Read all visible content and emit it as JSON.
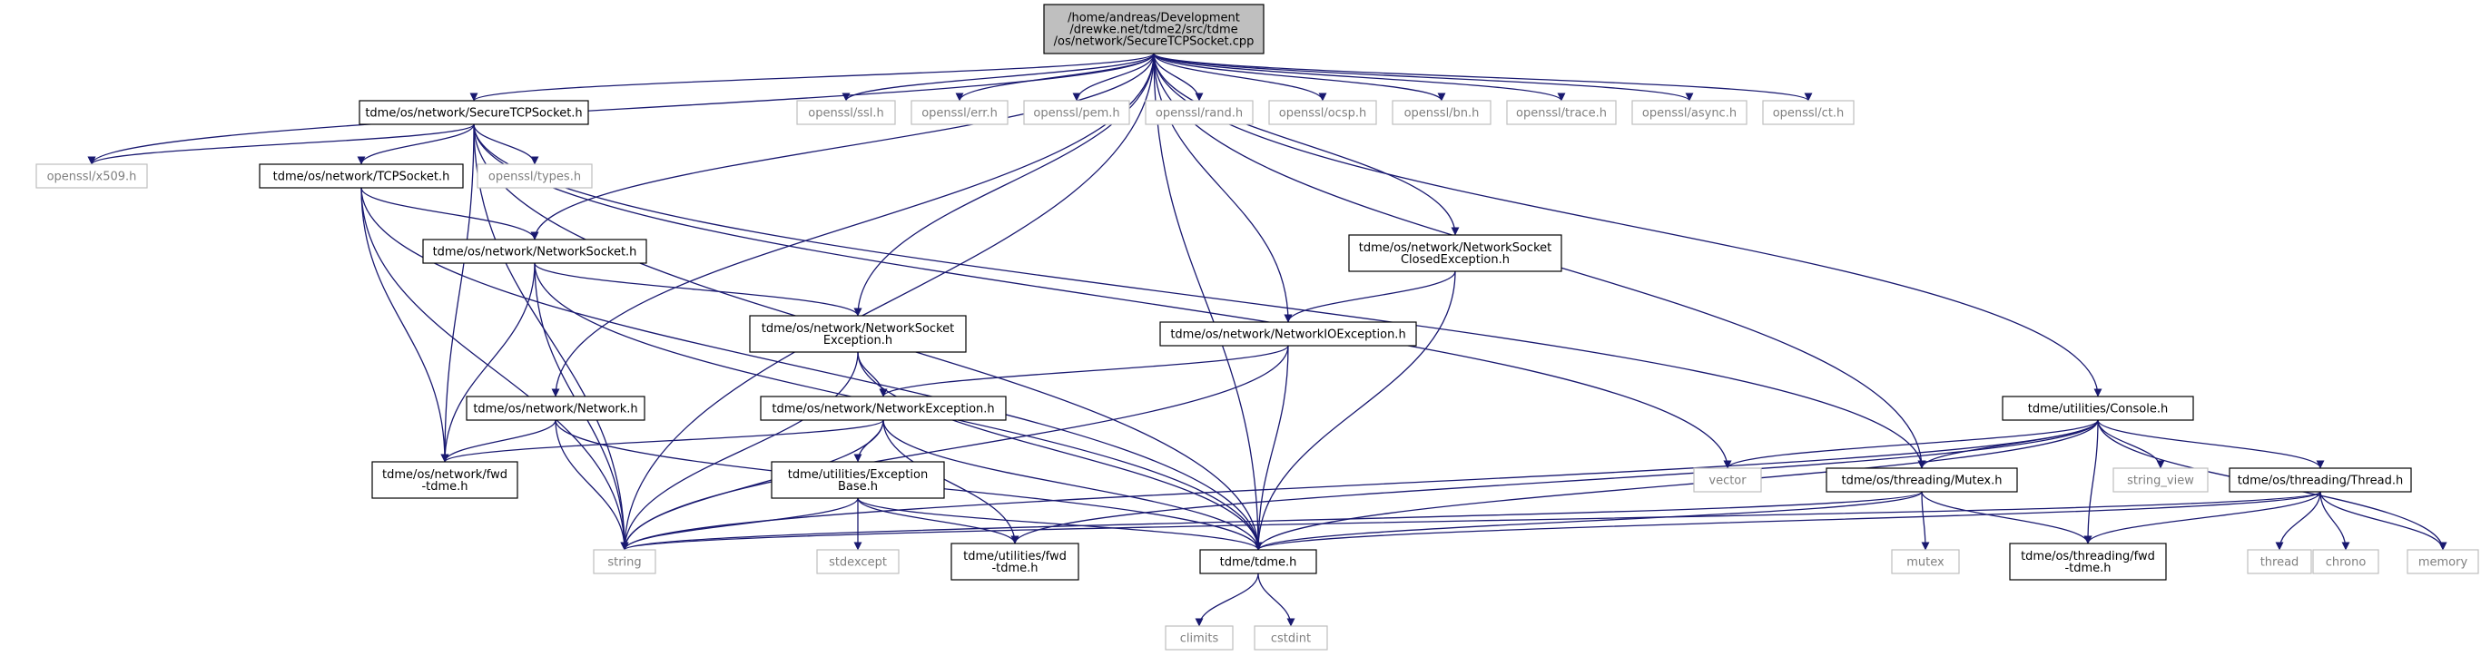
{
  "colors": {
    "edge": "#191970",
    "root_fill": "#bfbfbf",
    "external_border": "#bfbfbf",
    "external_text": "#7f7f7f"
  },
  "nodes": {
    "root": "/home/andreas/Development\n/drewke.net/tdme2/src/tdme\n/os/network/SecureTCPSocket.cpp",
    "secure_tcp_socket_h": "tdme/os/network/SecureTCPSocket.h",
    "openssl_ssl": "openssl/ssl.h",
    "openssl_err": "openssl/err.h",
    "openssl_pem": "openssl/pem.h",
    "openssl_rand": "openssl/rand.h",
    "openssl_ocsp": "openssl/ocsp.h",
    "openssl_bn": "openssl/bn.h",
    "openssl_trace": "openssl/trace.h",
    "openssl_async": "openssl/async.h",
    "openssl_ct": "openssl/ct.h",
    "openssl_x509": "openssl/x509.h",
    "openssl_types": "openssl/types.h",
    "tcp_socket_h": "tdme/os/network/TCPSocket.h",
    "network_socket_h": "tdme/os/network/NetworkSocket.h",
    "network_socket_closed_exception_h": "tdme/os/network/NetworkSocket\nClosedException.h",
    "network_socket_exception_h": "tdme/os/network/NetworkSocket\nException.h",
    "network_io_exception_h": "tdme/os/network/NetworkIOException.h",
    "network_h": "tdme/os/network/Network.h",
    "network_exception_h": "tdme/os/network/NetworkException.h",
    "network_fwd_tdme_h": "tdme/os/network/fwd\n-tdme.h",
    "exception_base_h": "tdme/utilities/Exception\nBase.h",
    "console_h": "tdme/utilities/Console.h",
    "vector": "vector",
    "string_view": "string_view",
    "mutex_h": "tdme/os/threading/Mutex.h",
    "thread_h": "tdme/os/threading/Thread.h",
    "string": "string",
    "stdexcept": "stdexcept",
    "utilities_fwd_tdme_h": "tdme/utilities/fwd\n-tdme.h",
    "tdme_h": "tdme/tdme.h",
    "mutex": "mutex",
    "threading_fwd_tdme_h": "tdme/os/threading/fwd\n-tdme.h",
    "thread": "thread",
    "chrono": "chrono",
    "memory": "memory",
    "climits": "climits",
    "cstdint": "cstdint"
  },
  "node_kinds": {
    "root": "root",
    "openssl_ssl": "external",
    "openssl_err": "external",
    "openssl_pem": "external",
    "openssl_rand": "external",
    "openssl_ocsp": "external",
    "openssl_bn": "external",
    "openssl_trace": "external",
    "openssl_async": "external",
    "openssl_ct": "external",
    "openssl_x509": "external",
    "openssl_types": "external",
    "vector": "external",
    "string_view": "external",
    "string": "external",
    "stdexcept": "external",
    "mutex": "external",
    "thread": "external",
    "chrono": "external",
    "memory": "external",
    "climits": "external",
    "cstdint": "external"
  },
  "edges": [
    [
      "root",
      "secure_tcp_socket_h"
    ],
    [
      "root",
      "openssl_ssl"
    ],
    [
      "root",
      "openssl_err"
    ],
    [
      "root",
      "openssl_pem"
    ],
    [
      "root",
      "openssl_rand"
    ],
    [
      "root",
      "openssl_ocsp"
    ],
    [
      "root",
      "openssl_bn"
    ],
    [
      "root",
      "openssl_trace"
    ],
    [
      "root",
      "openssl_async"
    ],
    [
      "root",
      "openssl_ct"
    ],
    [
      "root",
      "openssl_x509"
    ],
    [
      "root",
      "string"
    ],
    [
      "root",
      "network_socket_h"
    ],
    [
      "root",
      "network_socket_exception_h"
    ],
    [
      "root",
      "network_io_exception_h"
    ],
    [
      "root",
      "network_h"
    ],
    [
      "root",
      "network_socket_closed_exception_h"
    ],
    [
      "root",
      "tdme_h"
    ],
    [
      "root",
      "mutex_h"
    ],
    [
      "root",
      "console_h"
    ],
    [
      "secure_tcp_socket_h",
      "openssl_x509"
    ],
    [
      "secure_tcp_socket_h",
      "openssl_types"
    ],
    [
      "secure_tcp_socket_h",
      "tcp_socket_h"
    ],
    [
      "secure_tcp_socket_h",
      "string"
    ],
    [
      "secure_tcp_socket_h",
      "network_fwd_tdme_h"
    ],
    [
      "secure_tcp_socket_h",
      "tdme_h"
    ],
    [
      "secure_tcp_socket_h",
      "vector"
    ],
    [
      "secure_tcp_socket_h",
      "mutex_h"
    ],
    [
      "tcp_socket_h",
      "network_socket_h"
    ],
    [
      "tcp_socket_h",
      "string"
    ],
    [
      "tcp_socket_h",
      "network_fwd_tdme_h"
    ],
    [
      "tcp_socket_h",
      "tdme_h"
    ],
    [
      "network_socket_h",
      "network_socket_exception_h"
    ],
    [
      "network_socket_h",
      "string"
    ],
    [
      "network_socket_h",
      "network_fwd_tdme_h"
    ],
    [
      "network_socket_h",
      "tdme_h"
    ],
    [
      "network_socket_closed_exception_h",
      "network_io_exception_h"
    ],
    [
      "network_socket_closed_exception_h",
      "tdme_h"
    ],
    [
      "network_socket_exception_h",
      "network_exception_h"
    ],
    [
      "network_socket_exception_h",
      "string"
    ],
    [
      "network_socket_exception_h",
      "tdme_h"
    ],
    [
      "network_io_exception_h",
      "network_exception_h"
    ],
    [
      "network_io_exception_h",
      "string"
    ],
    [
      "network_io_exception_h",
      "tdme_h"
    ],
    [
      "network_h",
      "network_fwd_tdme_h"
    ],
    [
      "network_h",
      "string"
    ],
    [
      "network_h",
      "tdme_h"
    ],
    [
      "network_exception_h",
      "exception_base_h"
    ],
    [
      "network_exception_h",
      "string"
    ],
    [
      "network_exception_h",
      "network_fwd_tdme_h"
    ],
    [
      "network_exception_h",
      "utilities_fwd_tdme_h"
    ],
    [
      "network_exception_h",
      "tdme_h"
    ],
    [
      "exception_base_h",
      "stdexcept"
    ],
    [
      "exception_base_h",
      "string"
    ],
    [
      "exception_base_h",
      "utilities_fwd_tdme_h"
    ],
    [
      "exception_base_h",
      "tdme_h"
    ],
    [
      "console_h",
      "vector"
    ],
    [
      "console_h",
      "string_view"
    ],
    [
      "console_h",
      "mutex_h"
    ],
    [
      "console_h",
      "thread_h"
    ],
    [
      "console_h",
      "string"
    ],
    [
      "console_h",
      "tdme_h"
    ],
    [
      "console_h",
      "threading_fwd_tdme_h"
    ],
    [
      "console_h",
      "utilities_fwd_tdme_h"
    ],
    [
      "console_h",
      "memory"
    ],
    [
      "mutex_h",
      "mutex"
    ],
    [
      "mutex_h",
      "string"
    ],
    [
      "mutex_h",
      "threading_fwd_tdme_h"
    ],
    [
      "mutex_h",
      "tdme_h"
    ],
    [
      "thread_h",
      "thread"
    ],
    [
      "thread_h",
      "chrono"
    ],
    [
      "thread_h",
      "memory"
    ],
    [
      "thread_h",
      "string"
    ],
    [
      "thread_h",
      "threading_fwd_tdme_h"
    ],
    [
      "thread_h",
      "tdme_h"
    ],
    [
      "tdme_h",
      "climits"
    ],
    [
      "tdme_h",
      "cstdint"
    ]
  ]
}
